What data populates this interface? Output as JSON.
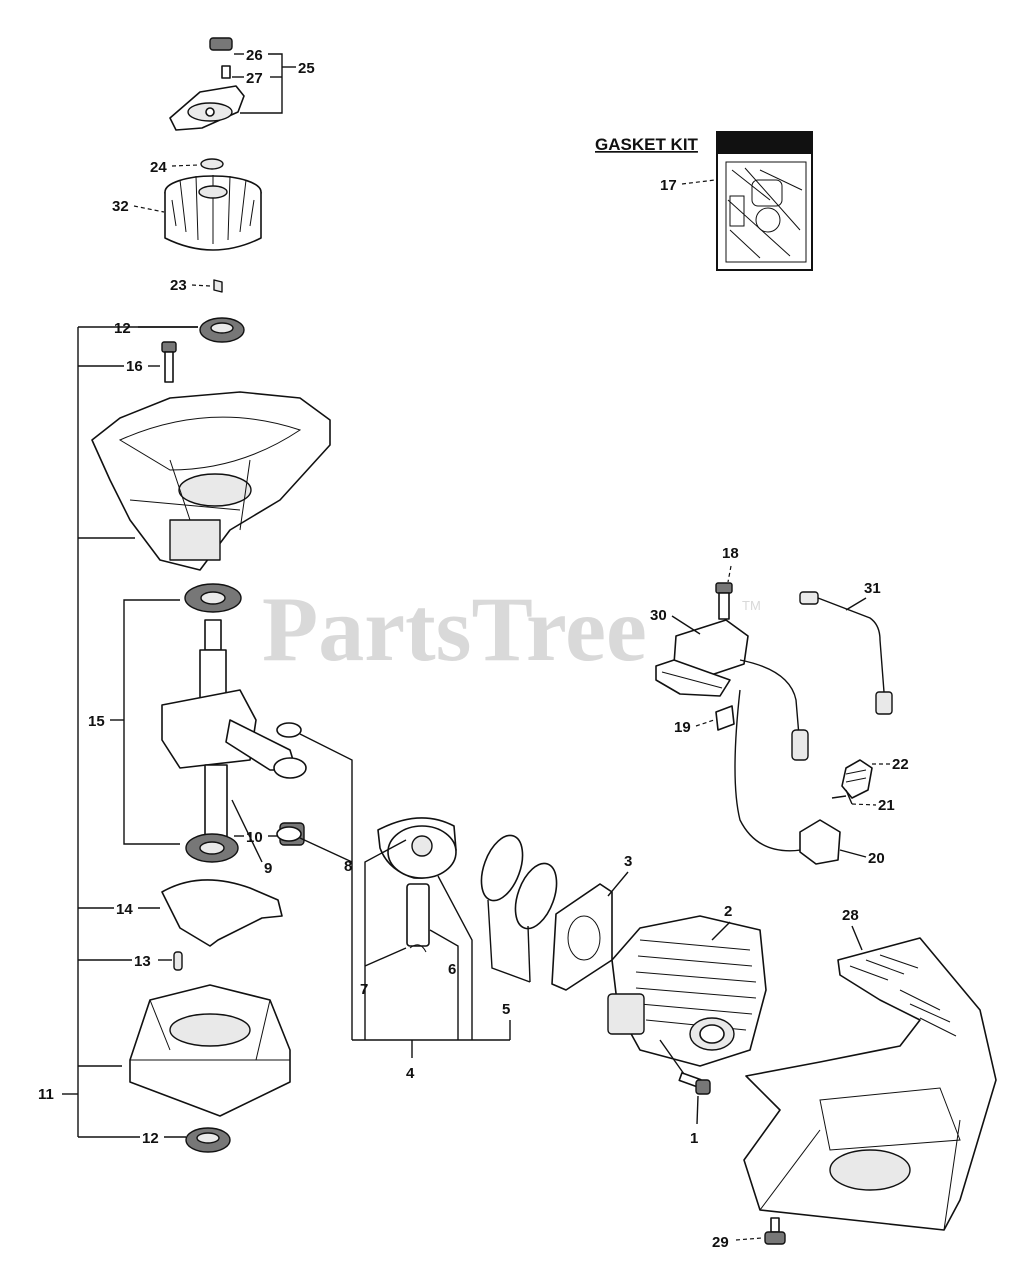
{
  "watermark": {
    "text": "PartsTree",
    "trademark": "TM"
  },
  "gasket_kit": {
    "title": "GASKET KIT"
  },
  "callouts": {
    "c1": "1",
    "c2": "2",
    "c3": "3",
    "c4": "4",
    "c5": "5",
    "c6": "6",
    "c7": "7",
    "c8": "8",
    "c9": "9",
    "c10": "10",
    "c11": "11",
    "c12a": "12",
    "c12b": "12",
    "c13": "13",
    "c14": "14",
    "c15": "15",
    "c16": "16",
    "c17": "17",
    "c18": "18",
    "c19": "19",
    "c20": "20",
    "c21": "21",
    "c22": "22",
    "c23": "23",
    "c24": "24",
    "c25": "25",
    "c26": "26",
    "c27": "27",
    "c28": "28",
    "c29": "29",
    "c30": "30",
    "c31": "31",
    "c32": "32"
  }
}
